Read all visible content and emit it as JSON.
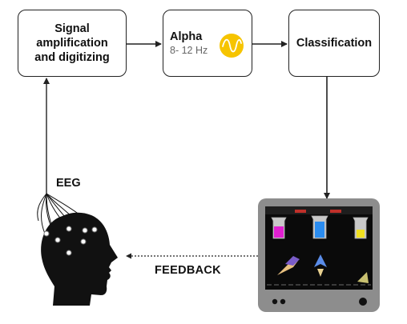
{
  "boxes": {
    "signal": {
      "line1": "Signal",
      "line2": "amplification",
      "line3": "and digitizing"
    },
    "alpha": {
      "title": "Alpha",
      "band": "8- 12 Hz"
    },
    "classification": {
      "title": "Classification"
    }
  },
  "labels": {
    "eeg": "EEG",
    "feedback": "FEEDBACK"
  },
  "colors": {
    "line": "#222222",
    "wave_fill": "#f6c400",
    "monitor_bezel": "#8d8d8d",
    "screen": "#0a0a0a",
    "tube_magenta": "#e020d0",
    "tube_blue": "#2a8cf0",
    "tube_yellow": "#f0e020"
  },
  "icons": {
    "wave": "sine-wave-icon",
    "head": "head-silhouette-icon",
    "monitor": "monitor-game-icon"
  }
}
